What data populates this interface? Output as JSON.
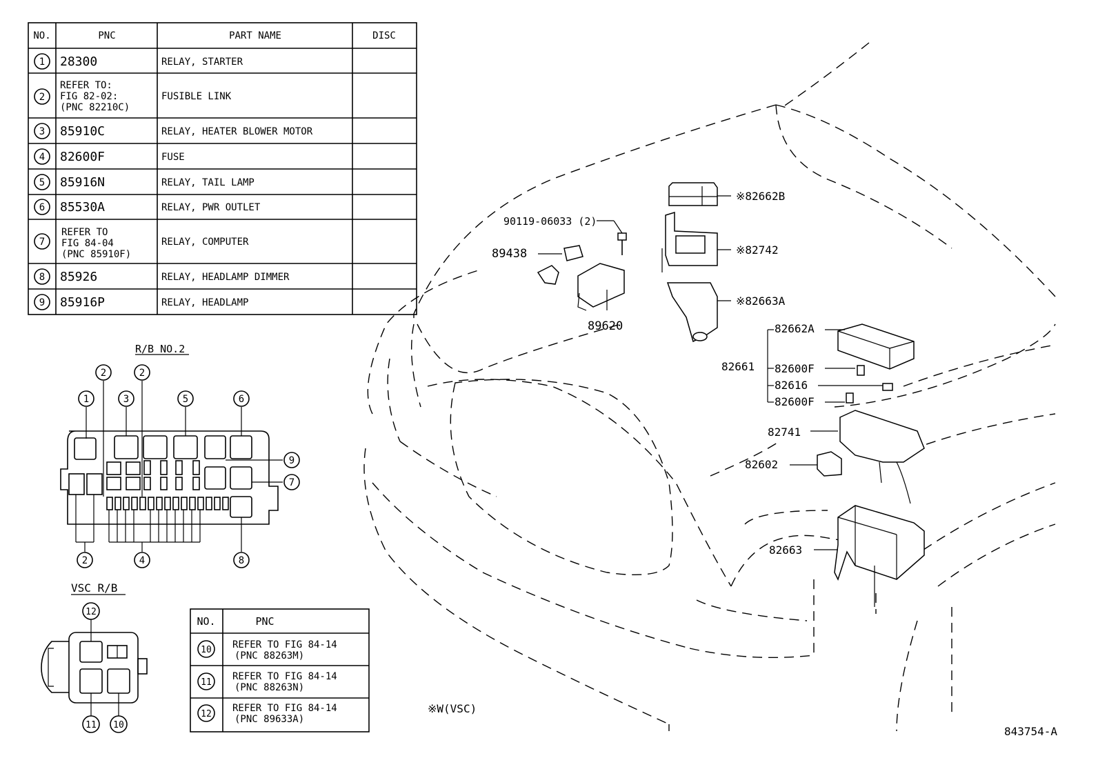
{
  "main_table": {
    "headers": [
      "NO.",
      "PNC",
      "PART NAME",
      "DISC"
    ],
    "rows": [
      {
        "no": "1",
        "pnc": [
          "28300"
        ],
        "name": "RELAY, STARTER"
      },
      {
        "no": "2",
        "pnc": [
          "REFER TO:",
          "FIG 82-02:",
          "(PNC 82210C)"
        ],
        "name": "FUSIBLE LINK"
      },
      {
        "no": "3",
        "pnc": [
          "85910C"
        ],
        "name": "RELAY, HEATER BLOWER MOTOR"
      },
      {
        "no": "4",
        "pnc": [
          "82600F"
        ],
        "name": "FUSE"
      },
      {
        "no": "5",
        "pnc": [
          "85916N"
        ],
        "name": "RELAY, TAIL LAMP"
      },
      {
        "no": "6",
        "pnc": [
          "85530A"
        ],
        "name": "RELAY, PWR OUTLET"
      },
      {
        "no": "7",
        "pnc": [
          "REFER TO",
          "FIG 84-04",
          "(PNC 85910F)"
        ],
        "name": "RELAY, COMPUTER"
      },
      {
        "no": "8",
        "pnc": [
          "85926"
        ],
        "name": "RELAY, HEADLAMP DIMMER"
      },
      {
        "no": "9",
        "pnc": [
          "85916P"
        ],
        "name": "RELAY, HEADLAMP"
      }
    ]
  },
  "rb2": {
    "title": "R/B NO.2",
    "callouts": [
      "1",
      "2",
      "3",
      "2",
      "5",
      "6",
      "9",
      "7",
      "2",
      "4",
      "8"
    ]
  },
  "vsc": {
    "title": "VSC R/B",
    "callouts": [
      "12",
      "11",
      "10"
    ]
  },
  "small_table": {
    "headers": [
      "NO.",
      "PNC"
    ],
    "rows": [
      {
        "no": "10",
        "pnc": [
          "REFER TO FIG 84-14",
          "(PNC 88263M)"
        ]
      },
      {
        "no": "11",
        "pnc": [
          "REFER TO FIG 84-14",
          "(PNC 88263N)"
        ]
      },
      {
        "no": "12",
        "pnc": [
          "REFER TO FIG 84-14",
          "(PNC 89633A)"
        ]
      }
    ]
  },
  "part_labels": {
    "p82662b": "※82662B",
    "p90119": "90119-06033 (2)",
    "p82742": "※82742",
    "p89438": "89438",
    "p82663a": "※82663A",
    "p89620": "89620",
    "p82662a": "82662A",
    "p82661": "82661",
    "p82600f1": "82600F",
    "p82616": "82616",
    "p82600f2": "82600F",
    "p82741": "82741",
    "p82602": "82602",
    "p82663": "82663"
  },
  "footnote": "※W(VSC)",
  "figure_code": "843754-A"
}
